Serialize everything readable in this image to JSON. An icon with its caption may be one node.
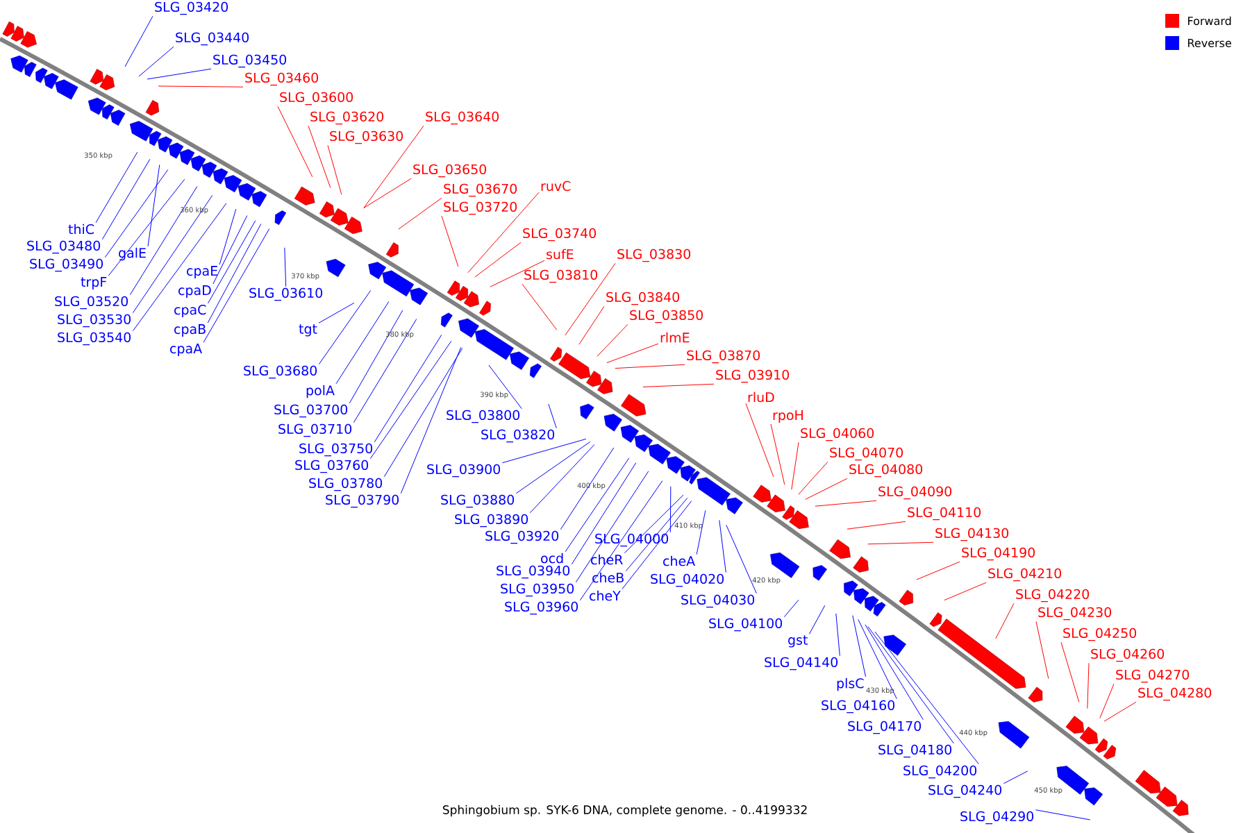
{
  "diagram": {
    "caption": "Sphingobium sp. SYK-6 DNA, complete genome. - 0..4199332",
    "nodes": [
      {
        "text": [
          "SLG_03420"
        ]
      },
      {
        "text": [
          "SLG_03440"
        ]
      },
      {
        "text": [
          "SLG_03450"
        ]
      },
      {
        "text": [
          "SLG_03460"
        ]
      },
      {
        "text": [
          "SLG_03600"
        ]
      },
      {
        "text": [
          "SLG_03620"
        ]
      },
      {
        "text": [
          "SLG_03640"
        ]
      },
      {
        "text": [
          "SLG_03630"
        ]
      },
      {
        "text": [
          "SLG_03650"
        ]
      },
      {
        "text": [
          "SLG_03670"
        ]
      },
      {
        "text": [
          "ruvC"
        ]
      },
      {
        "text": [
          "SLG_03720"
        ]
      },
      {
        "text": [
          "SLG_03740"
        ]
      },
      {
        "text": [
          "sufE"
        ]
      },
      {
        "text": [
          "SLG_03830"
        ]
      },
      {
        "text": [
          "SLG_03810"
        ]
      },
      {
        "text": [
          "SLG_03840"
        ]
      },
      {
        "text": [
          "SLG_03850"
        ]
      },
      {
        "text": [
          "rlmE"
        ]
      },
      {
        "text": [
          "SLG_03870"
        ]
      },
      {
        "text": [
          "SLG_03910"
        ]
      },
      {
        "text": [
          "rluD"
        ]
      },
      {
        "text": [
          "rpoH"
        ]
      },
      {
        "text": [
          "SLG_04060"
        ]
      },
      {
        "text": [
          "SLG_04070"
        ]
      },
      {
        "text": [
          "SLG_04080"
        ]
      },
      {
        "text": [
          "SLG_04090"
        ]
      },
      {
        "text": [
          "SLG_04110"
        ]
      },
      {
        "text": [
          "SLG_04130"
        ]
      },
      {
        "text": [
          "SLG_04190"
        ]
      },
      {
        "text": [
          "SLG_04210"
        ]
      },
      {
        "text": [
          "SLG_04220"
        ]
      },
      {
        "text": [
          "SLG_04230"
        ]
      },
      {
        "text": [
          "SLG_04250"
        ]
      },
      {
        "text": [
          "SLG_04260"
        ]
      },
      {
        "text": [
          "SLG_04270"
        ]
      },
      {
        "text": [
          "SLG_04280"
        ]
      },
      {
        "text": [
          "thiC"
        ]
      },
      {
        "text": [
          "SLG_03480"
        ]
      },
      {
        "text": [
          "galE"
        ]
      },
      {
        "text": [
          "SLG_03490"
        ]
      },
      {
        "text": [
          "trpF"
        ]
      },
      {
        "text": [
          "SLG_03520"
        ]
      },
      {
        "text": [
          "SLG_03530"
        ]
      },
      {
        "text": [
          "SLG_03540"
        ]
      },
      {
        "text": [
          "cpaE"
        ]
      },
      {
        "text": [
          "cpaD"
        ]
      },
      {
        "text": [
          "cpaC"
        ]
      },
      {
        "text": [
          "cpaB"
        ]
      },
      {
        "text": [
          "cpaA"
        ]
      },
      {
        "text": [
          "SLG_03610"
        ]
      },
      {
        "text": [
          "tgt"
        ]
      },
      {
        "text": [
          "SLG_03680"
        ]
      },
      {
        "text": [
          "polA"
        ]
      },
      {
        "text": [
          "SLG_03700"
        ]
      },
      {
        "text": [
          "SLG_03710"
        ]
      },
      {
        "text": [
          "SLG_03750"
        ]
      },
      {
        "text": [
          "SLG_03760"
        ]
      },
      {
        "text": [
          "SLG_03780"
        ]
      },
      {
        "text": [
          "SLG_03790"
        ]
      },
      {
        "text": [
          "SLG_03800"
        ]
      },
      {
        "text": [
          "SLG_03820"
        ]
      },
      {
        "text": [
          "SLG_03900"
        ]
      },
      {
        "text": [
          "SLG_03880"
        ]
      },
      {
        "text": [
          "SLG_03890"
        ]
      },
      {
        "text": [
          "SLG_03920"
        ]
      },
      {
        "text": [
          "ocd"
        ]
      },
      {
        "text": [
          "SLG_04000"
        ]
      },
      {
        "text": [
          "SLG_03940"
        ]
      },
      {
        "text": [
          "cheR"
        ]
      },
      {
        "text": [
          "SLG_03950"
        ]
      },
      {
        "text": [
          "cheB"
        ]
      },
      {
        "text": [
          "SLG_03960"
        ]
      },
      {
        "text": [
          "cheY"
        ]
      },
      {
        "text": [
          "cheA"
        ]
      },
      {
        "text": [
          "SLG_04020"
        ]
      },
      {
        "text": [
          "SLG_04030"
        ]
      },
      {
        "text": [
          "SLG_04100"
        ]
      },
      {
        "text": [
          "gst"
        ]
      },
      {
        "text": [
          "SLG_04140"
        ]
      },
      {
        "text": [
          "plsC"
        ]
      },
      {
        "text": [
          "SLG_04160"
        ]
      },
      {
        "text": [
          "SLG_04170"
        ]
      },
      {
        "text": [
          "SLG_04180"
        ]
      },
      {
        "text": [
          "SLG_04200"
        ]
      },
      {
        "text": [
          "SLG_04240"
        ]
      },
      {
        "text": [
          "SLG_04290"
        ]
      }
    ],
    "edges": [
      {
        "from": 0,
        "to": null,
        "arrow": "none"
      },
      {
        "from": 1,
        "to": null,
        "arrow": "none"
      },
      {
        "from": 2,
        "to": null,
        "arrow": "none"
      },
      {
        "from": 3,
        "to": null,
        "arrow": "none",
        "color": "#ff0000"
      },
      {
        "from": 4,
        "to": null,
        "arrow": "none",
        "color": "#ff0000"
      },
      {
        "from": 5,
        "to": null,
        "arrow": "none",
        "color": "#ff0000"
      },
      {
        "from": 6,
        "to": null,
        "arrow": "none",
        "color": "#ff0000"
      },
      {
        "from": 7,
        "to": null,
        "arrow": "none",
        "color": "#ff0000"
      },
      {
        "from": 8,
        "to": null,
        "arrow": "none",
        "color": "#ff0000"
      },
      {
        "from": 9,
        "to": null,
        "arrow": "none",
        "color": "#ff0000"
      },
      {
        "from": 10,
        "to": null,
        "arrow": "none",
        "color": "#ff0000"
      },
      {
        "from": 11,
        "to": null,
        "arrow": "none",
        "color": "#ff0000"
      },
      {
        "from": 12,
        "to": null,
        "arrow": "none",
        "color": "#ff0000"
      },
      {
        "from": 13,
        "to": null,
        "arrow": "none",
        "color": "#ff0000"
      },
      {
        "from": 14,
        "to": null,
        "arrow": "none",
        "color": "#ff0000"
      },
      {
        "from": 15,
        "to": null,
        "arrow": "none",
        "color": "#ff0000"
      },
      {
        "from": 16,
        "to": null,
        "arrow": "none",
        "color": "#ff0000"
      },
      {
        "from": 17,
        "to": null,
        "arrow": "none",
        "color": "#ff0000"
      },
      {
        "from": 18,
        "to": null,
        "arrow": "none",
        "color": "#ff0000"
      },
      {
        "from": 19,
        "to": null,
        "arrow": "none",
        "color": "#ff0000"
      },
      {
        "from": 20,
        "to": null,
        "arrow": "none",
        "color": "#ff0000"
      },
      {
        "from": 21,
        "to": null,
        "arrow": "none",
        "color": "#ff0000"
      },
      {
        "from": 22,
        "to": null,
        "arrow": "none",
        "color": "#ff0000"
      },
      {
        "from": 23,
        "to": null,
        "arrow": "none",
        "color": "#ff0000"
      },
      {
        "from": 24,
        "to": null,
        "arrow": "none",
        "color": "#ff0000"
      },
      {
        "from": 25,
        "to": null,
        "arrow": "none",
        "color": "#ff0000"
      },
      {
        "from": 26,
        "to": null,
        "arrow": "none",
        "color": "#ff0000"
      },
      {
        "from": 27,
        "to": null,
        "arrow": "none",
        "color": "#ff0000"
      },
      {
        "from": 28,
        "to": null,
        "arrow": "none",
        "color": "#ff0000"
      },
      {
        "from": 29,
        "to": null,
        "arrow": "none",
        "color": "#ff0000"
      },
      {
        "from": 30,
        "to": null,
        "arrow": "none",
        "color": "#ff0000"
      },
      {
        "from": 31,
        "to": null,
        "arrow": "none",
        "color": "#ff0000"
      },
      {
        "from": 32,
        "to": null,
        "arrow": "none",
        "color": "#ff0000"
      },
      {
        "from": 33,
        "to": null,
        "arrow": "none",
        "color": "#ff0000"
      },
      {
        "from": 34,
        "to": null,
        "arrow": "none",
        "color": "#ff0000"
      },
      {
        "from": 35,
        "to": null,
        "arrow": "none",
        "color": "#ff0000"
      },
      {
        "from": 36,
        "to": null,
        "arrow": "none",
        "color": "#ff0000"
      },
      {
        "from": 37,
        "to": null,
        "arrow": "none"
      },
      {
        "from": 38,
        "to": null,
        "arrow": "none"
      },
      {
        "from": 39,
        "to": null,
        "arrow": "none"
      },
      {
        "from": 40,
        "to": null,
        "arrow": "none"
      },
      {
        "from": 41,
        "to": null,
        "arrow": "none"
      },
      {
        "from": 42,
        "to": null,
        "arrow": "none"
      },
      {
        "from": 43,
        "to": null,
        "arrow": "none"
      },
      {
        "from": 44,
        "to": null,
        "arrow": "none"
      },
      {
        "from": 45,
        "to": null,
        "arrow": "none"
      },
      {
        "from": 46,
        "to": null,
        "arrow": "none"
      },
      {
        "from": 47,
        "to": null,
        "arrow": "none"
      },
      {
        "from": 48,
        "to": null,
        "arrow": "none"
      },
      {
        "from": 49,
        "to": null,
        "arrow": "none"
      },
      {
        "from": 50,
        "to": null,
        "arrow": "none"
      },
      {
        "from": 51,
        "to": null,
        "arrow": "none"
      },
      {
        "from": 52,
        "to": null,
        "arrow": "none"
      },
      {
        "from": 53,
        "to": null,
        "arrow": "none"
      },
      {
        "from": 54,
        "to": null,
        "arrow": "none"
      },
      {
        "from": 55,
        "to": null,
        "arrow": "none"
      },
      {
        "from": 56,
        "to": null,
        "arrow": "none"
      },
      {
        "from": 57,
        "to": null,
        "arrow": "none"
      },
      {
        "from": 58,
        "to": null,
        "arrow": "none"
      },
      {
        "from": 59,
        "to": null,
        "arrow": "none"
      },
      {
        "from": 60,
        "to": null,
        "arrow": "none"
      },
      {
        "from": 61,
        "to": null,
        "arrow": "none"
      },
      {
        "from": 62,
        "to": null,
        "arrow": "none"
      },
      {
        "from": 63,
        "to": null,
        "arrow": "none"
      },
      {
        "from": 64,
        "to": null,
        "arrow": "none"
      },
      {
        "from": 65,
        "to": null,
        "arrow": "none"
      },
      {
        "from": 66,
        "to": null,
        "arrow": "none"
      },
      {
        "from": 67,
        "to": null,
        "arrow": "none"
      },
      {
        "from": 68,
        "to": null,
        "arrow": "none"
      },
      {
        "from": 69,
        "to": null,
        "arrow": "none"
      },
      {
        "from": 70,
        "to": null,
        "arrow": "none"
      },
      {
        "from": 71,
        "to": null,
        "arrow": "none"
      },
      {
        "from": 72,
        "to": null,
        "arrow": "none"
      },
      {
        "from": 73,
        "to": null,
        "arrow": "none"
      },
      {
        "from": 74,
        "to": null,
        "arrow": "none"
      },
      {
        "from": 75,
        "to": null,
        "arrow": "none"
      },
      {
        "from": 76,
        "to": null,
        "arrow": "none"
      },
      {
        "from": 77,
        "to": null,
        "arrow": "none"
      },
      {
        "from": 78,
        "to": null,
        "arrow": "none"
      },
      {
        "from": 79,
        "to": null,
        "arrow": "none"
      },
      {
        "from": 80,
        "to": null,
        "arrow": "none"
      },
      {
        "from": 81,
        "to": null,
        "arrow": "none"
      },
      {
        "from": 82,
        "to": null,
        "arrow": "none"
      },
      {
        "from": 83,
        "to": null,
        "arrow": "none"
      },
      {
        "from": 84,
        "to": null,
        "arrow": "none"
      },
      {
        "from": 85,
        "to": null,
        "arrow": "none"
      },
      {
        "from": 86,
        "to": null,
        "arrow": "none"
      }
    ],
    "labels": [
      "350 kbp",
      "360 kbp",
      "370 kbp",
      "380 kbp",
      "390 kbp",
      "400 kbp",
      "410 kbp",
      "420 kbp",
      "430 kbp",
      "440 kbp",
      "450 kbp"
    ],
    "legend": [
      {
        "text": "Forward",
        "color": "#ff0000"
      },
      {
        "text": "Reverse",
        "color": "#0000ff"
      }
    ]
  }
}
